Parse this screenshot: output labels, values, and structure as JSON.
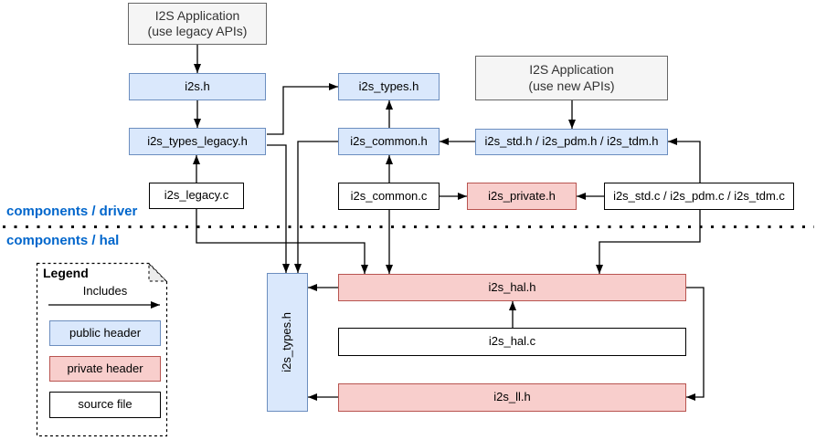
{
  "diagram": {
    "section_labels": {
      "driver": "components / driver",
      "hal": "components / hal"
    },
    "nodes": {
      "app_legacy": {
        "label": "I2S Application\n(use legacy APIs)",
        "type": "application"
      },
      "i2s_h": {
        "label": "i2s.h",
        "type": "public header"
      },
      "i2s_types_legacy_h": {
        "label": "i2s_types_legacy.h",
        "type": "public header"
      },
      "i2s_legacy_c": {
        "label": "i2s_legacy.c",
        "type": "source file"
      },
      "i2s_types_h_driver": {
        "label": "i2s_types.h",
        "type": "public header"
      },
      "i2s_common_h": {
        "label": "i2s_common.h",
        "type": "public header"
      },
      "i2s_common_c": {
        "label": "i2s_common.c",
        "type": "source file"
      },
      "i2s_private_h": {
        "label": "i2s_private.h",
        "type": "private header"
      },
      "app_new": {
        "label": "I2S Application\n(use new APIs)",
        "type": "application"
      },
      "i2s_std_pdm_tdm_h": {
        "label": "i2s_std.h / i2s_pdm.h / i2s_tdm.h",
        "type": "public header"
      },
      "i2s_std_pdm_tdm_c": {
        "label": "i2s_std.c / i2s_pdm.c / i2s_tdm.c",
        "type": "source file"
      },
      "i2s_types_h_hal": {
        "label": "i2s_types.h",
        "type": "public header"
      },
      "i2s_hal_h": {
        "label": "i2s_hal.h",
        "type": "private header"
      },
      "i2s_hal_c": {
        "label": "i2s_hal.c",
        "type": "source file"
      },
      "i2s_ll_h": {
        "label": "i2s_ll.h",
        "type": "private header"
      }
    },
    "edges": [
      {
        "from": "app_legacy",
        "to": "i2s_h"
      },
      {
        "from": "i2s_h",
        "to": "i2s_types_legacy_h"
      },
      {
        "from": "i2s_legacy_c",
        "to": "i2s_types_legacy_h"
      },
      {
        "from": "i2s_types_legacy_h",
        "to": "i2s_types_h_driver"
      },
      {
        "from": "i2s_types_legacy_h",
        "to": "i2s_types_h_hal"
      },
      {
        "from": "i2s_common_h",
        "to": "i2s_types_h_driver"
      },
      {
        "from": "i2s_common_h",
        "to": "i2s_types_h_hal"
      },
      {
        "from": "i2s_common_c",
        "to": "i2s_common_h"
      },
      {
        "from": "i2s_common_c",
        "to": "i2s_private_h"
      },
      {
        "from": "app_new",
        "to": "i2s_std_pdm_tdm_h"
      },
      {
        "from": "i2s_std_pdm_tdm_h",
        "to": "i2s_common_h"
      },
      {
        "from": "i2s_std_pdm_tdm_c",
        "to": "i2s_private_h"
      },
      {
        "from": "i2s_std_pdm_tdm_c",
        "to": "i2s_std_pdm_tdm_h"
      },
      {
        "from": "i2s_std_pdm_tdm_c",
        "to": "i2s_hal_h"
      },
      {
        "from": "i2s_legacy_c",
        "to": "i2s_hal_h"
      },
      {
        "from": "i2s_common_c",
        "to": "i2s_hal_h"
      },
      {
        "from": "i2s_hal_c",
        "to": "i2s_hal_h"
      },
      {
        "from": "i2s_hal_h",
        "to": "i2s_types_h_hal"
      },
      {
        "from": "i2s_ll_h",
        "to": "i2s_types_h_hal"
      },
      {
        "from": "i2s_hal_h",
        "to": "i2s_ll_h"
      }
    ],
    "legend": {
      "title": "Legend",
      "relation_label": "Includes",
      "items": [
        {
          "label": "public header",
          "type": "public"
        },
        {
          "label": "private header",
          "type": "private"
        },
        {
          "label": "source file",
          "type": "source"
        }
      ]
    },
    "colors": {
      "public_header_fill": "#dae8fc",
      "public_header_stroke": "#6c8ebf",
      "private_header_fill": "#f8cecc",
      "private_header_stroke": "#b85450",
      "application_fill": "#f5f5f5",
      "application_stroke": "#666666",
      "section_label_color": "#0066cc",
      "connector_color": "#000000"
    }
  }
}
